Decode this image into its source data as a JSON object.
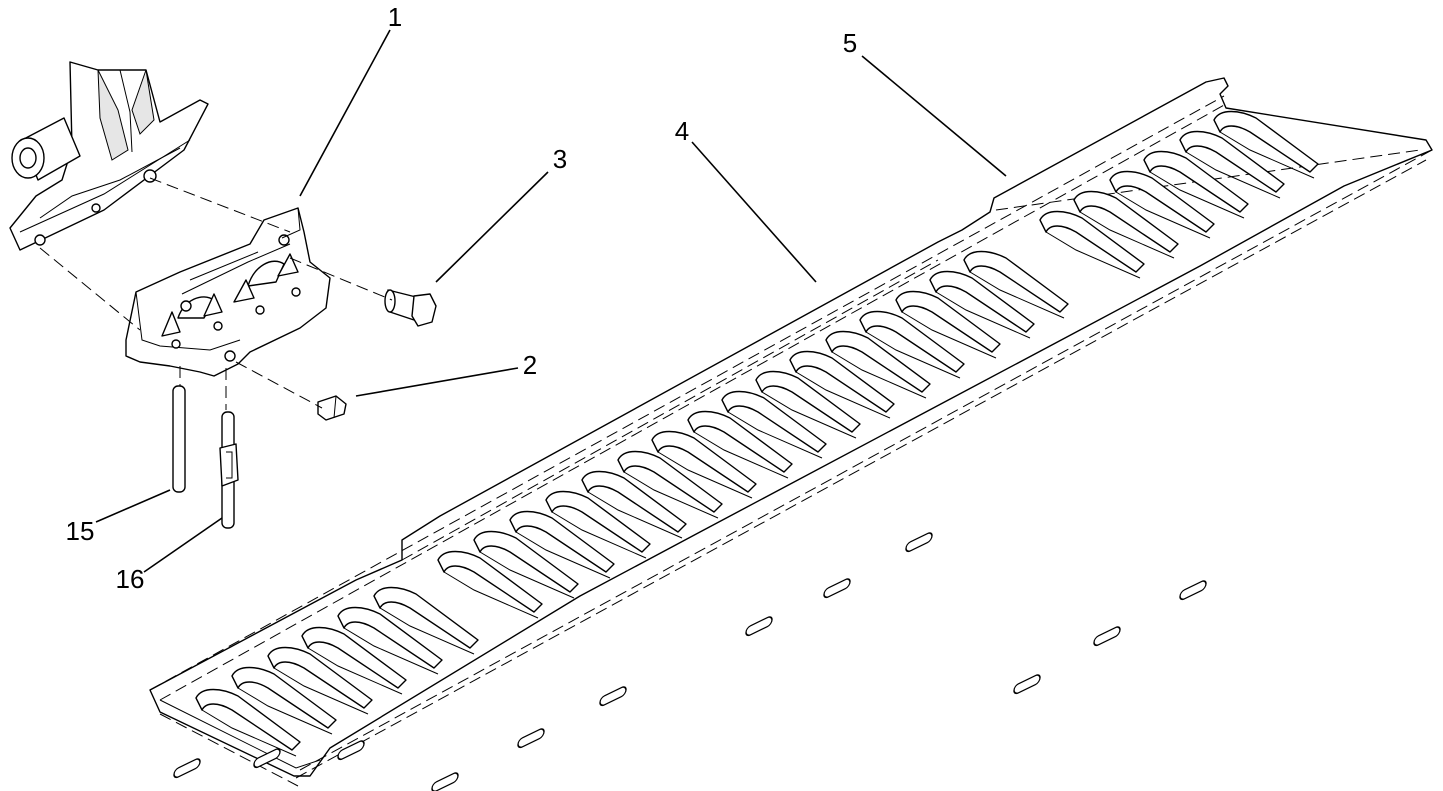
{
  "figure": {
    "callouts": [
      {
        "id": "c1",
        "label": "1"
      },
      {
        "id": "c2",
        "label": "2"
      },
      {
        "id": "c3",
        "label": "3"
      },
      {
        "id": "c4",
        "label": "4"
      },
      {
        "id": "c5",
        "label": "5"
      },
      {
        "id": "c15",
        "label": "15"
      },
      {
        "id": "c16",
        "label": "16"
      }
    ]
  }
}
